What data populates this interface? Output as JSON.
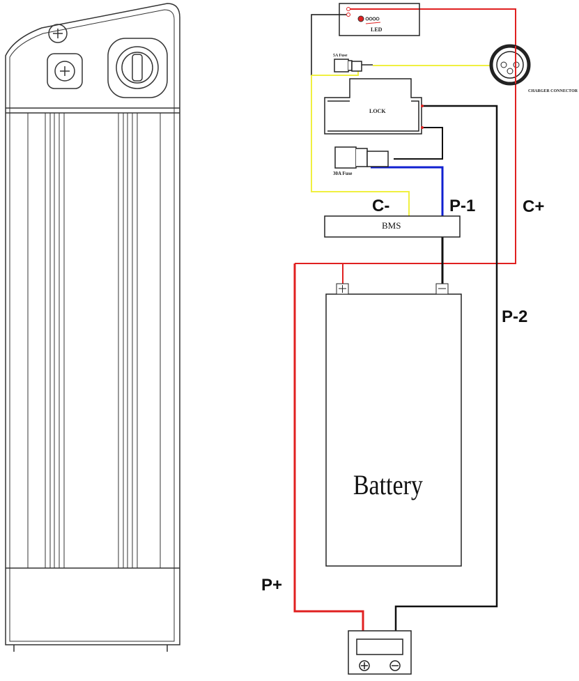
{
  "labels": {
    "led": "LED",
    "small_fuse": "5A Fuse",
    "lock": "LOCK",
    "main_fuse": "30A Fuse",
    "charger_connector": "CHARGER CONNECTOR",
    "bms": "BMS",
    "battery": "Battery",
    "c_minus": "C-",
    "p1": "P-1",
    "c_plus": "C+",
    "p2": "P-2",
    "p_plus": "P+"
  },
  "colors": {
    "red": "#e02020",
    "yellow": "#f0f040",
    "blue": "#1020d0",
    "black": "#111111"
  }
}
